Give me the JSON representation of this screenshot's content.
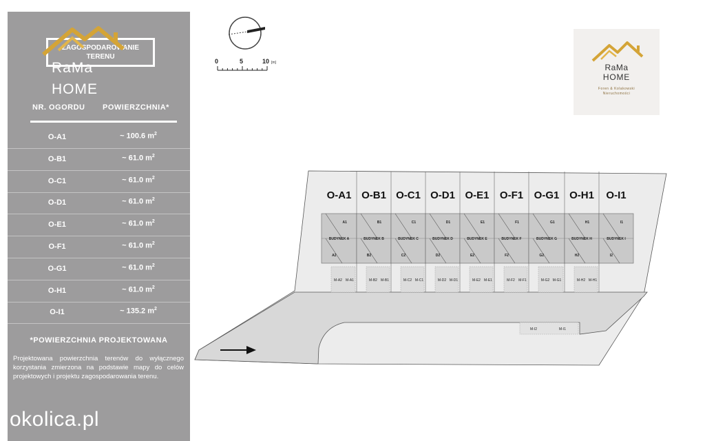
{
  "sidebar": {
    "logo_box_line1": "ZAGOSPODAROWANIE",
    "logo_box_line2": "TERENU",
    "brand_name": "RaMa",
    "brand_sub": "HOME",
    "col_garden": "NR. OGORDU",
    "col_area": "POWIERZCHNIA*",
    "rows": [
      {
        "id": "O-A1",
        "area": "~ 100.6 m"
      },
      {
        "id": "O-B1",
        "area": "~ 61.0 m"
      },
      {
        "id": "O-C1",
        "area": "~ 61.0 m"
      },
      {
        "id": "O-D1",
        "area": "~ 61.0 m"
      },
      {
        "id": "O-E1",
        "area": "~ 61.0 m"
      },
      {
        "id": "O-F1",
        "area": "~ 61.0 m"
      },
      {
        "id": "O-G1",
        "area": "~ 61.0 m"
      },
      {
        "id": "O-H1",
        "area": "~ 61.0 m"
      },
      {
        "id": "O-I1",
        "area": "~ 135.2 m"
      }
    ],
    "area_unit_sup": "2",
    "footnote_title": "*POWIERZCHNIA PROJEKTOWANA",
    "footnote_text": "Projektowana powierzchnia terenów do wyłącznego korzystania zmierzona na podstawie mapy do celów projektowych i projektu zagospodarowania terenu.",
    "watermark": "okolica.pl"
  },
  "scale": {
    "t0": "0",
    "t5": "5",
    "t10": "10",
    "unit": "[m]"
  },
  "logo_card": {
    "name": "RaMa",
    "sub": "HOME",
    "tag1": "Foren & Kolakowski",
    "tag2": "Nieruchomości"
  },
  "plan": {
    "plots": [
      "O-A1",
      "O-B1",
      "O-C1",
      "O-D1",
      "O-E1",
      "O-F1",
      "O-G1",
      "O-H1",
      "O-I1"
    ],
    "buildings": [
      {
        "top": "A1",
        "name": "BUDYNEK A",
        "bottom": "A2",
        "park": [
          "M-A2",
          "M-A1"
        ]
      },
      {
        "top": "B1",
        "name": "BUDYNEK B",
        "bottom": "B2",
        "park": [
          "M-B2",
          "M-B1"
        ]
      },
      {
        "top": "C1",
        "name": "BUDYNEK C",
        "bottom": "C2",
        "park": [
          "M-C2",
          "M-C1"
        ]
      },
      {
        "top": "D1",
        "name": "BUDYNEK D",
        "bottom": "D2",
        "park": [
          "M-D2",
          "M-D1"
        ]
      },
      {
        "top": "E1",
        "name": "BUDYNEK E",
        "bottom": "E2",
        "park": [
          "M-E2",
          "M-E1"
        ]
      },
      {
        "top": "F1",
        "name": "BUDYNEK F",
        "bottom": "F2",
        "park": [
          "M-F2",
          "M-F1"
        ]
      },
      {
        "top": "G1",
        "name": "BUDYNEK G",
        "bottom": "G2",
        "park": [
          "M-G2",
          "M-G1"
        ]
      },
      {
        "top": "H1",
        "name": "BUDYNEK H",
        "bottom": "H2",
        "park": [
          "M-H2",
          "M-H1"
        ]
      },
      {
        "top": "I1",
        "name": "BUDYNEK I",
        "bottom": "I2",
        "park": []
      }
    ],
    "extra_parking": [
      "M-I2",
      "M-I1"
    ]
  },
  "colors": {
    "sidebar": "#9d9c9d",
    "plan_fill": "#e9e9e9",
    "building": "#c9c9c9",
    "road": "#d6d6d6",
    "gold": "#d4a437"
  }
}
